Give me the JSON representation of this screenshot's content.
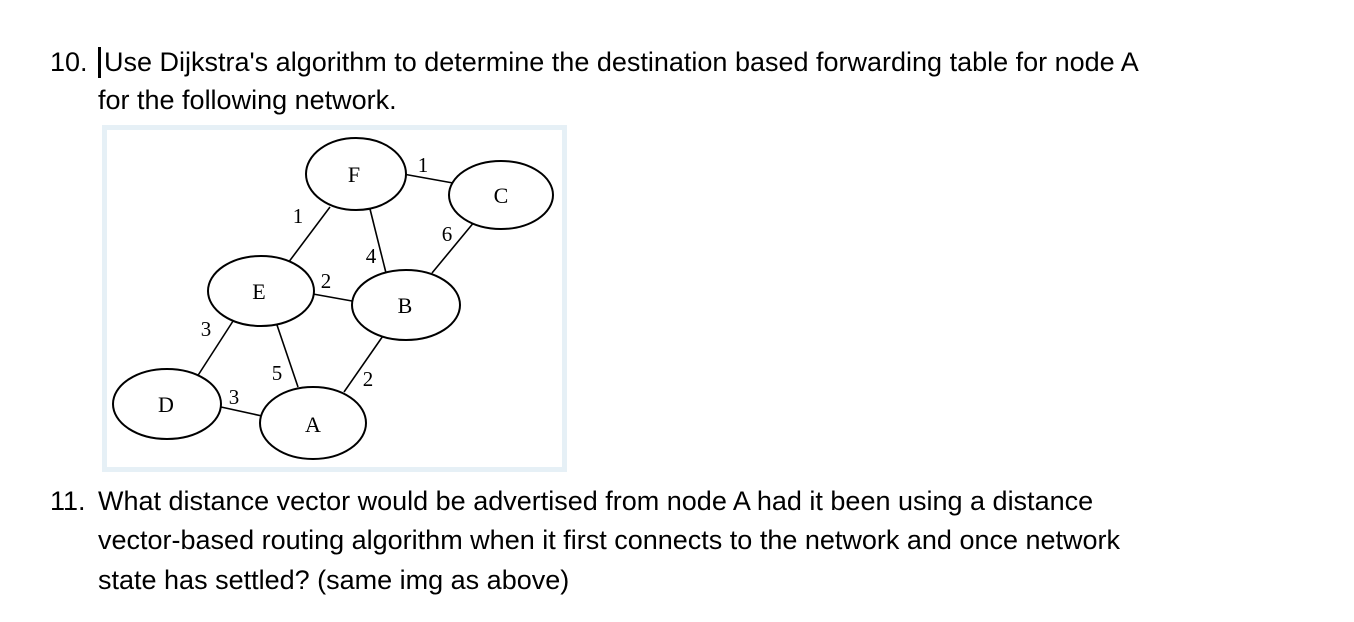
{
  "question_10": {
    "number": "10.",
    "line1": "Use Dijkstra's algorithm to determine the destination based forwarding table for node A",
    "line2": "for the following network."
  },
  "network": {
    "nodes": {
      "F": "F",
      "C": "C",
      "E": "E",
      "B": "B",
      "D": "D",
      "A": "A"
    },
    "edges": {
      "F_C": "1",
      "E_F": "1",
      "F_B": "4",
      "B_C": "6",
      "E_B": "2",
      "D_E": "3",
      "E_A": "5",
      "A_B": "2",
      "D_A": "3"
    }
  },
  "question_11": {
    "number": "11.",
    "line1": "What distance vector would be advertised from node A had it been using a distance",
    "line2": "vector-based routing algorithm when it first connects to the network and once network",
    "line3": "state has settled? (same img as above)"
  }
}
